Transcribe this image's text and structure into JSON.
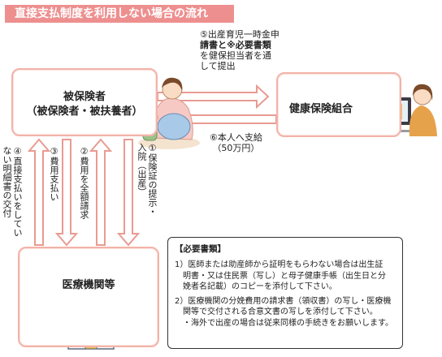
{
  "title": "直接支払制度を利用しない場合の流れ",
  "nodes": {
    "hihokensha_line1": "被保険者",
    "hihokensha_line2": "（被保険者・被扶養者）",
    "kenko": "健康保険組合",
    "iryo": "医療機関等"
  },
  "flows": {
    "step5": [
      "⑤出産育児一時金申",
      "請書と※必要書類",
      "を健保担当者を通",
      "して提出"
    ],
    "step6": [
      "⑥本人へ支給",
      "（50万円）"
    ],
    "step1": [
      "①保険証の提示・",
      "入院（出産）"
    ],
    "step2": "②費用を全額請求",
    "step3": "③費用支払い",
    "step4": [
      "④直接支払いをしてい",
      "ない明細書の交付"
    ]
  },
  "note": {
    "title": "【必要書類】",
    "items": [
      "1）医師または助産師から証明をもらわない場合は出生証",
      "　明書・又は住民票（写し）と母子健康手帳（出生日と分",
      "　娩者名記載）のコピーを添付して下さい。",
      "2）医療機関の分娩費用の請求書（領収書）の写し・医療機",
      "　関等で交付される合意文書の写しを添付して下さい。",
      "　・海外で出産の場合は従来同様の手続きをお願いします。"
    ]
  },
  "colors": {
    "title_bg": "#ee8f8f",
    "box_border": "#f2b3a9",
    "arrow_fill": "#ffffff",
    "arrow_stroke": "#e89b92",
    "accent": "#5b9bd5"
  }
}
